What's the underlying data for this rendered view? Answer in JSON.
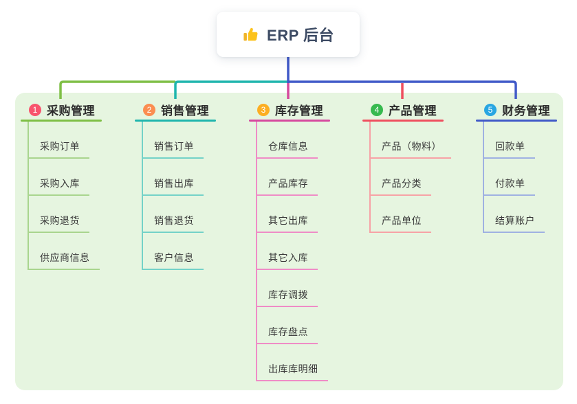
{
  "root": {
    "title": "ERP 后台",
    "icon": "thumbs-up-icon"
  },
  "canvas": {
    "bg": "#e6f5e0"
  },
  "branches": [
    {
      "badge": "1",
      "label": "采购管理",
      "colors": {
        "badge": "#f8546d",
        "accent": "#7fbf46",
        "light": "#a9d58e"
      },
      "children": [
        "采购订单",
        "采购入库",
        "采购退货",
        "供应商信息"
      ]
    },
    {
      "badge": "2",
      "label": "销售管理",
      "colors": {
        "badge": "#fb8d51",
        "accent": "#1fb5ad",
        "light": "#74d2c8"
      },
      "children": [
        "销售订单",
        "销售出库",
        "销售退货",
        "客户信息"
      ]
    },
    {
      "badge": "3",
      "label": "库存管理",
      "colors": {
        "badge": "#fcae22",
        "accent": "#d6499e",
        "light": "#ef8cc6"
      },
      "children": [
        "仓库信息",
        "产品库存",
        "其它出库",
        "其它入库",
        "库存调拨",
        "库存盘点",
        "出库库明细"
      ]
    },
    {
      "badge": "4",
      "label": "产品管理",
      "colors": {
        "badge": "#36b94e",
        "accent": "#ef4f5f",
        "light": "#f7a2a6"
      },
      "children": [
        "产品（物料）",
        "产品分类",
        "产品单位"
      ]
    },
    {
      "badge": "5",
      "label": "财务管理",
      "colors": {
        "badge": "#29a6e2",
        "accent": "#4059c8",
        "light": "#9fb1e2"
      },
      "children": [
        "回款单",
        "付款单",
        "结算账户"
      ]
    }
  ]
}
